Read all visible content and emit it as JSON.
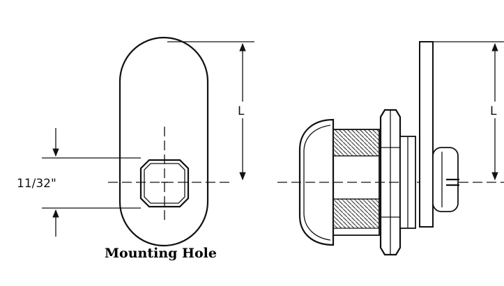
{
  "labels": {
    "hole_dimension": "11/32\"",
    "length_left": "L",
    "length_right": "L",
    "caption": "Mounting Hole"
  },
  "colors": {
    "line": "#111111",
    "background": "#ffffff"
  }
}
